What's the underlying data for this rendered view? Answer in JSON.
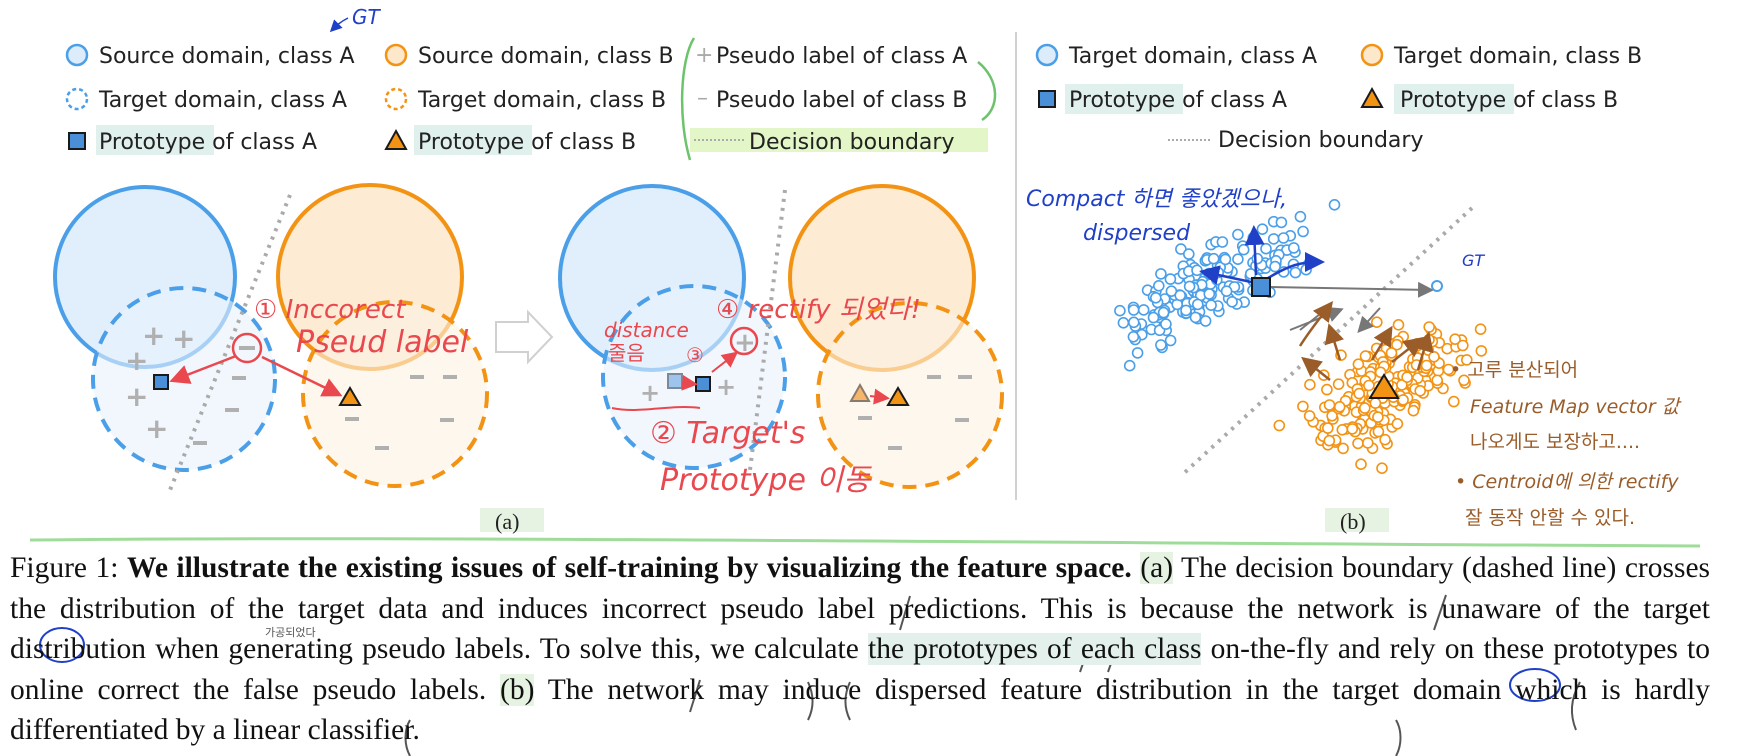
{
  "legend_a": {
    "src_a": "Source domain, class A",
    "src_b": "Source domain, class B",
    "pseudo_a": "Pseudo label of class A",
    "tgt_a": "Target domain, class A",
    "tgt_b": "Target domain, class B",
    "pseudo_b": "Pseudo label of class B",
    "proto_word": "Prototype",
    "proto_a_rest": " of class A",
    "proto_b_rest": " of class B",
    "decision": "Decision boundary"
  },
  "legend_b": {
    "tgt_a": "Target domain, class A",
    "tgt_b": "Target domain, class B",
    "proto_word": "Prototype",
    "proto_a_rest": " of class A",
    "proto_b_rest": " of class B",
    "decision": "Decision boundary"
  },
  "panel_labels": {
    "a": "(a)",
    "b": "(b)"
  },
  "handwriting": {
    "gt_top": "GT",
    "incorrect": "① Inccorect",
    "pseud": "Pseud label",
    "rectify": "④ rectify 되었다!",
    "distance": "distance",
    "jureum": "줄음",
    "three": "③",
    "target_proto": "② Target's",
    "prototype_move": "Prototype 이동",
    "compact": "Compact 하면 좋았겠으나,",
    "dispersed": "dispersed",
    "gt_b": "GT",
    "note1": "• 고루 분산되어",
    "note2": "Feature Map vector 값",
    "note3": "나오게도 보장하고....",
    "note4": "• Centroid에 의한 rectify",
    "note5": "잘 동작 안할 수 있다.",
    "small_korean": "가공되었다"
  },
  "caption": {
    "fig": "Figure 1: ",
    "bold": "We illustrate the existing issues of self-training by visualizing the feature space.",
    "a_tag": "(a)",
    "t1": " The decision boundary (dashed line) crosses the distribution of the target data and induces incorrect pseudo label predictions. This is because the network is unaware of the target distribution when generating pseudo labels. To solve this, we calculate ",
    "hl": "the prototypes of each class",
    "t2": " on-the-fly and rely on these prototypes to online correct the false pseudo labels. ",
    "b_tag": "(b)",
    "t3": " The network may induce dispersed feature distribution in the target domain which is hardly differentiated by a linear classifier."
  },
  "colors": {
    "blue": "#4a9fe8",
    "blue_fill": "#dcecfb",
    "orange": "#f39314",
    "orange_fill": "#fde8cc",
    "proto_blue": "#4a90d9",
    "red_ink": "#e8484e",
    "navy_ink": "#2040c8",
    "brown_ink": "#9a5d2a",
    "green_hl": "#e3f6c7",
    "teal_hl": "#e0f0ec"
  },
  "scatter_b": {
    "count_a": 170,
    "count_b": 200,
    "seed": 7
  }
}
